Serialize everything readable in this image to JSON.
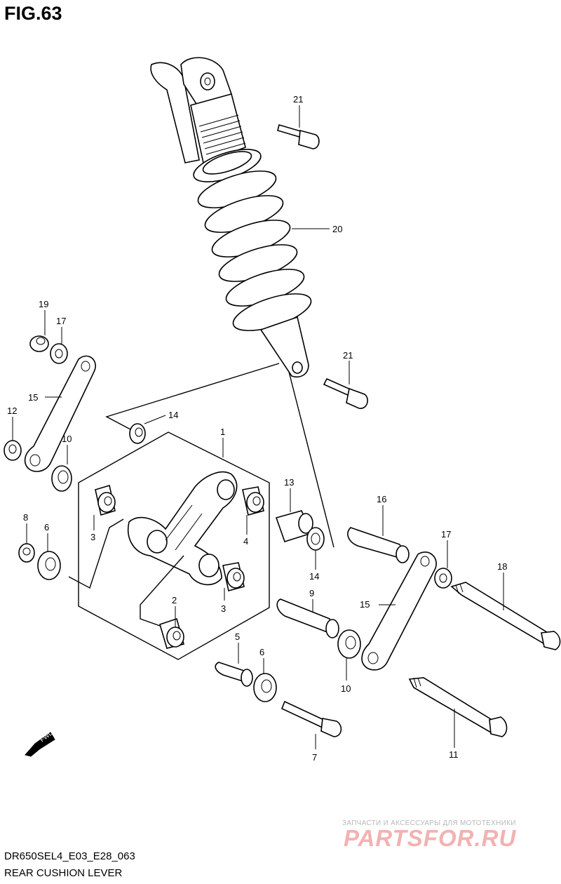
{
  "figure": {
    "title": "FIG.63",
    "model_code": "DR650SEL4_E03_E28_063",
    "name": "REAR CUSHION LEVER"
  },
  "watermark": {
    "tagline": "ЗАПЧАСТИ И АКСЕССУАРЫ ДЛЯ МОТОТЕХНИКИ",
    "brand": "PARTSFOR.RU"
  },
  "fwd_label": "FWD",
  "callouts": {
    "p21a": "21",
    "p20": "20",
    "p21b": "21",
    "p19": "19",
    "p17a": "17",
    "p15a": "15",
    "p12": "12",
    "p10a": "10",
    "p14a": "14",
    "p1": "1",
    "p13": "13",
    "p16": "16",
    "p8": "8",
    "p6a": "6",
    "p3a": "3",
    "p4": "4",
    "p14b": "14",
    "p17b": "17",
    "p18": "18",
    "p2": "2",
    "p3b": "3",
    "p9": "9",
    "p15b": "15",
    "p5": "5",
    "p6b": "6",
    "p10b": "10",
    "p7": "7",
    "p11": "11"
  }
}
